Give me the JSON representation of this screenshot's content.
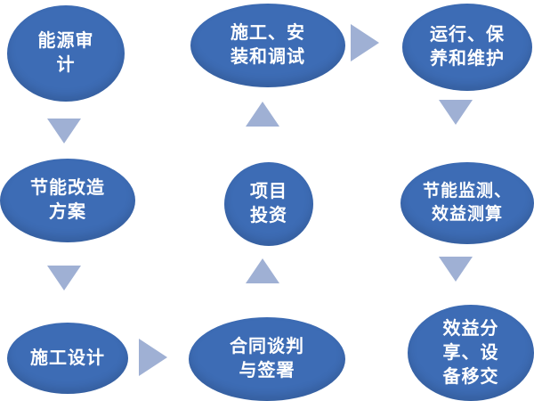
{
  "diagram": {
    "node_color": "#3d6cb5",
    "arrow_color": "#9fb0d4",
    "text_color": "#ffffff",
    "nodes": [
      {
        "id": "energy-audit",
        "label": "能源审\n计"
      },
      {
        "id": "construction-installation-debugging",
        "label": "施工、安\n装和调试"
      },
      {
        "id": "operation-care-maintenance",
        "label": "运行、保\n养和维护"
      },
      {
        "id": "energy-saving-renovation-plan",
        "label": "节能改造\n方案"
      },
      {
        "id": "project-investment",
        "label": "项目\n投资"
      },
      {
        "id": "energy-monitoring-benefit-calc",
        "label": "节能监测、\n效益测算"
      },
      {
        "id": "construction-design",
        "label": "施工设计"
      },
      {
        "id": "contract-negotiation-signing",
        "label": "合同谈判\n与签署"
      },
      {
        "id": "benefit-sharing-equipment-handover",
        "label": "效益分\n享、设\n备移交"
      }
    ],
    "arrows": [
      {
        "direction": "down",
        "from": "energy-audit",
        "to": "energy-saving-renovation-plan"
      },
      {
        "direction": "down",
        "from": "energy-saving-renovation-plan",
        "to": "construction-design"
      },
      {
        "direction": "right",
        "from": "construction-design",
        "to": "contract-negotiation-signing"
      },
      {
        "direction": "up",
        "from": "contract-negotiation-signing",
        "to": "project-investment"
      },
      {
        "direction": "up",
        "from": "project-investment",
        "to": "construction-installation-debugging"
      },
      {
        "direction": "right",
        "from": "construction-installation-debugging",
        "to": "operation-care-maintenance"
      },
      {
        "direction": "down",
        "from": "operation-care-maintenance",
        "to": "energy-monitoring-benefit-calc"
      },
      {
        "direction": "down",
        "from": "energy-monitoring-benefit-calc",
        "to": "benefit-sharing-equipment-handover"
      }
    ]
  }
}
